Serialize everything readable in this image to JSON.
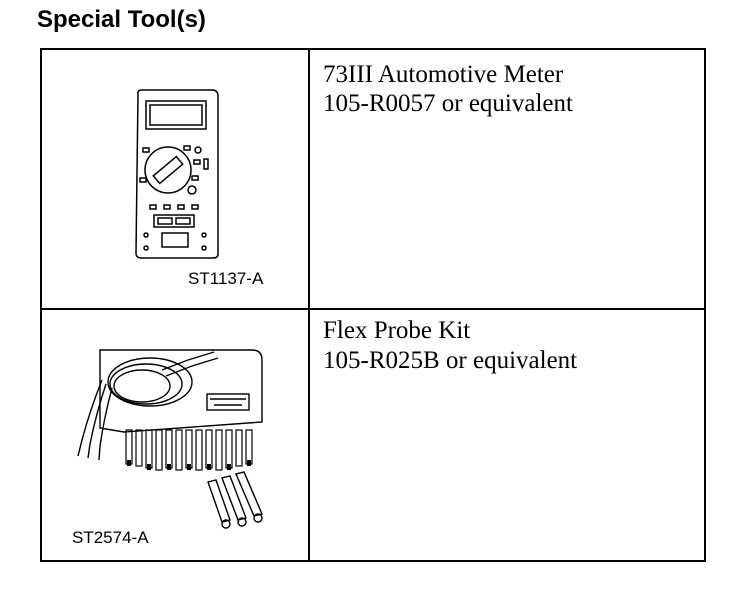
{
  "heading": "Special Tool(s)",
  "tools": [
    {
      "name": "73III Automotive Meter",
      "part": "105-R0057 or equivalent",
      "code": "ST1137-A",
      "icon": "multimeter-illustration"
    },
    {
      "name": "Flex Probe Kit",
      "part": "105-R025B or equivalent",
      "code": "ST2574-A",
      "icon": "flex-probe-kit-illustration"
    }
  ]
}
